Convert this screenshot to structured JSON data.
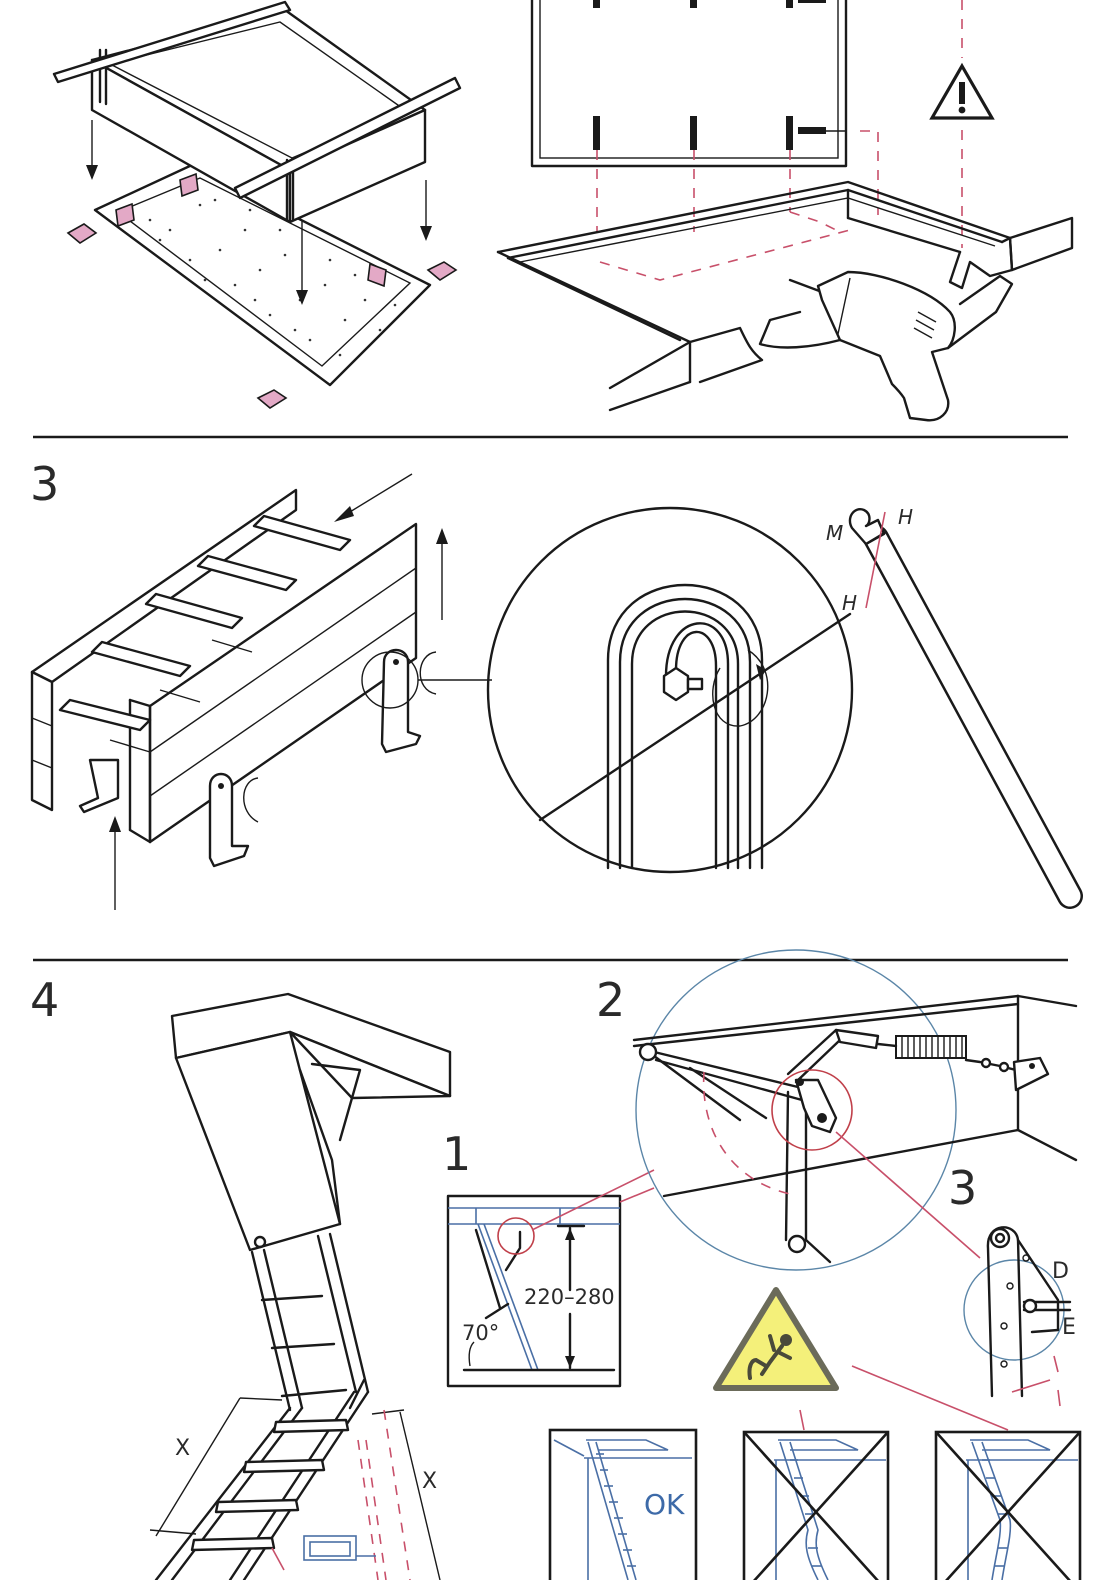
{
  "document": {
    "type": "installation-instructions",
    "subject": "folding attic ladder"
  },
  "panels": [
    {
      "id": "frame-placement",
      "step_label": "",
      "description": "Hatch box lowered onto the ceiling opening with spacer wedges at the corners"
    },
    {
      "id": "frame-fixing",
      "step_label": "",
      "description": "Screw the frame into the opening with a drill",
      "warning_icon": "warning-exclamation-icon"
    },
    {
      "id": "step-3",
      "step_label": "3",
      "description": "Mount the ladder section brackets and hook the operating pole",
      "pole_labels": {
        "m": "M",
        "h_top": "H",
        "h_bottom": "H"
      }
    },
    {
      "id": "step-4",
      "step_label": "4",
      "description": "Adjust the ladder length and check the folding mechanism",
      "length_labels": [
        "X",
        "X"
      ],
      "details": [
        {
          "label": "1",
          "dimension_text": "220–280",
          "angle_text": "70°"
        },
        {
          "label": "2",
          "description": "Spring hinge mechanism"
        },
        {
          "label": "3",
          "point_labels": [
            "D",
            "E"
          ]
        }
      ],
      "hazard_icon": "fall-hazard-icon",
      "checks": [
        {
          "status": "OK",
          "correct": true
        },
        {
          "status": "",
          "correct": false
        },
        {
          "status": "",
          "correct": false
        }
      ]
    }
  ],
  "colors": {
    "line": "#1a1a1a",
    "accent_red": "#c8506a",
    "accent_blue": "#4a6fa5",
    "hazard_yellow": "#f4f07a",
    "hazard_border": "#6b6b5a",
    "shim_pink": "#e3a9c6"
  }
}
